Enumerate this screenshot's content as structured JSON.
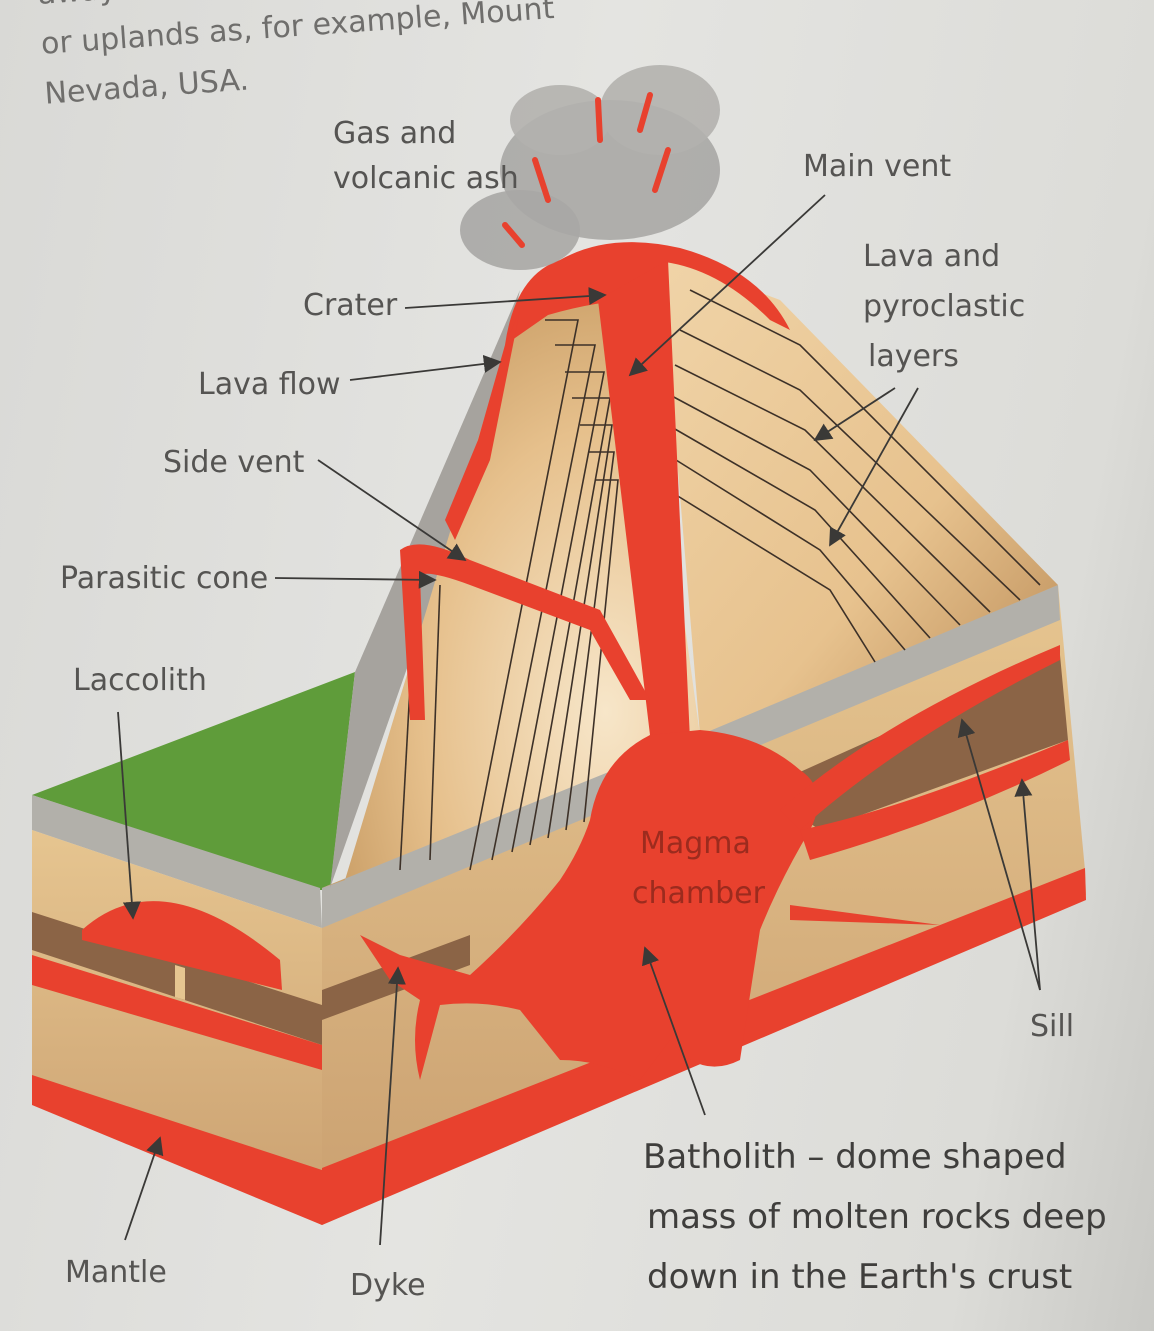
{
  "page_text": {
    "line0": "away of",
    "line1": "or uplands as, for example, Mount",
    "line2": "Nevada, USA."
  },
  "labels": {
    "gas_line1": "Gas and",
    "gas_line2": "volcanic ash",
    "main_vent": "Main vent",
    "lava_layers_line1": "Lava and",
    "lava_layers_line2": "pyroclastic",
    "lava_layers_line3": "layers",
    "crater": "Crater",
    "lava_flow": "Lava flow",
    "side_vent": "Side vent",
    "parasitic_cone": "Parasitic cone",
    "laccolith": "Laccolith",
    "magma_line1": "Magma",
    "magma_line2": "chamber",
    "sill": "Sill",
    "mantle": "Mantle",
    "dyke": "Dyke",
    "batholith_line1": "Batholith – dome shaped",
    "batholith_line2": "mass of molten rocks deep",
    "batholith_line3": "down in the Earth's crust"
  },
  "colors": {
    "magma": "#e8412e",
    "layer_tan": "#e3bd88",
    "layer_brown": "#8a6345",
    "grass": "#5f9c3a",
    "grey_rock": "#a9a7a2",
    "ash": "#a8a6a4"
  }
}
